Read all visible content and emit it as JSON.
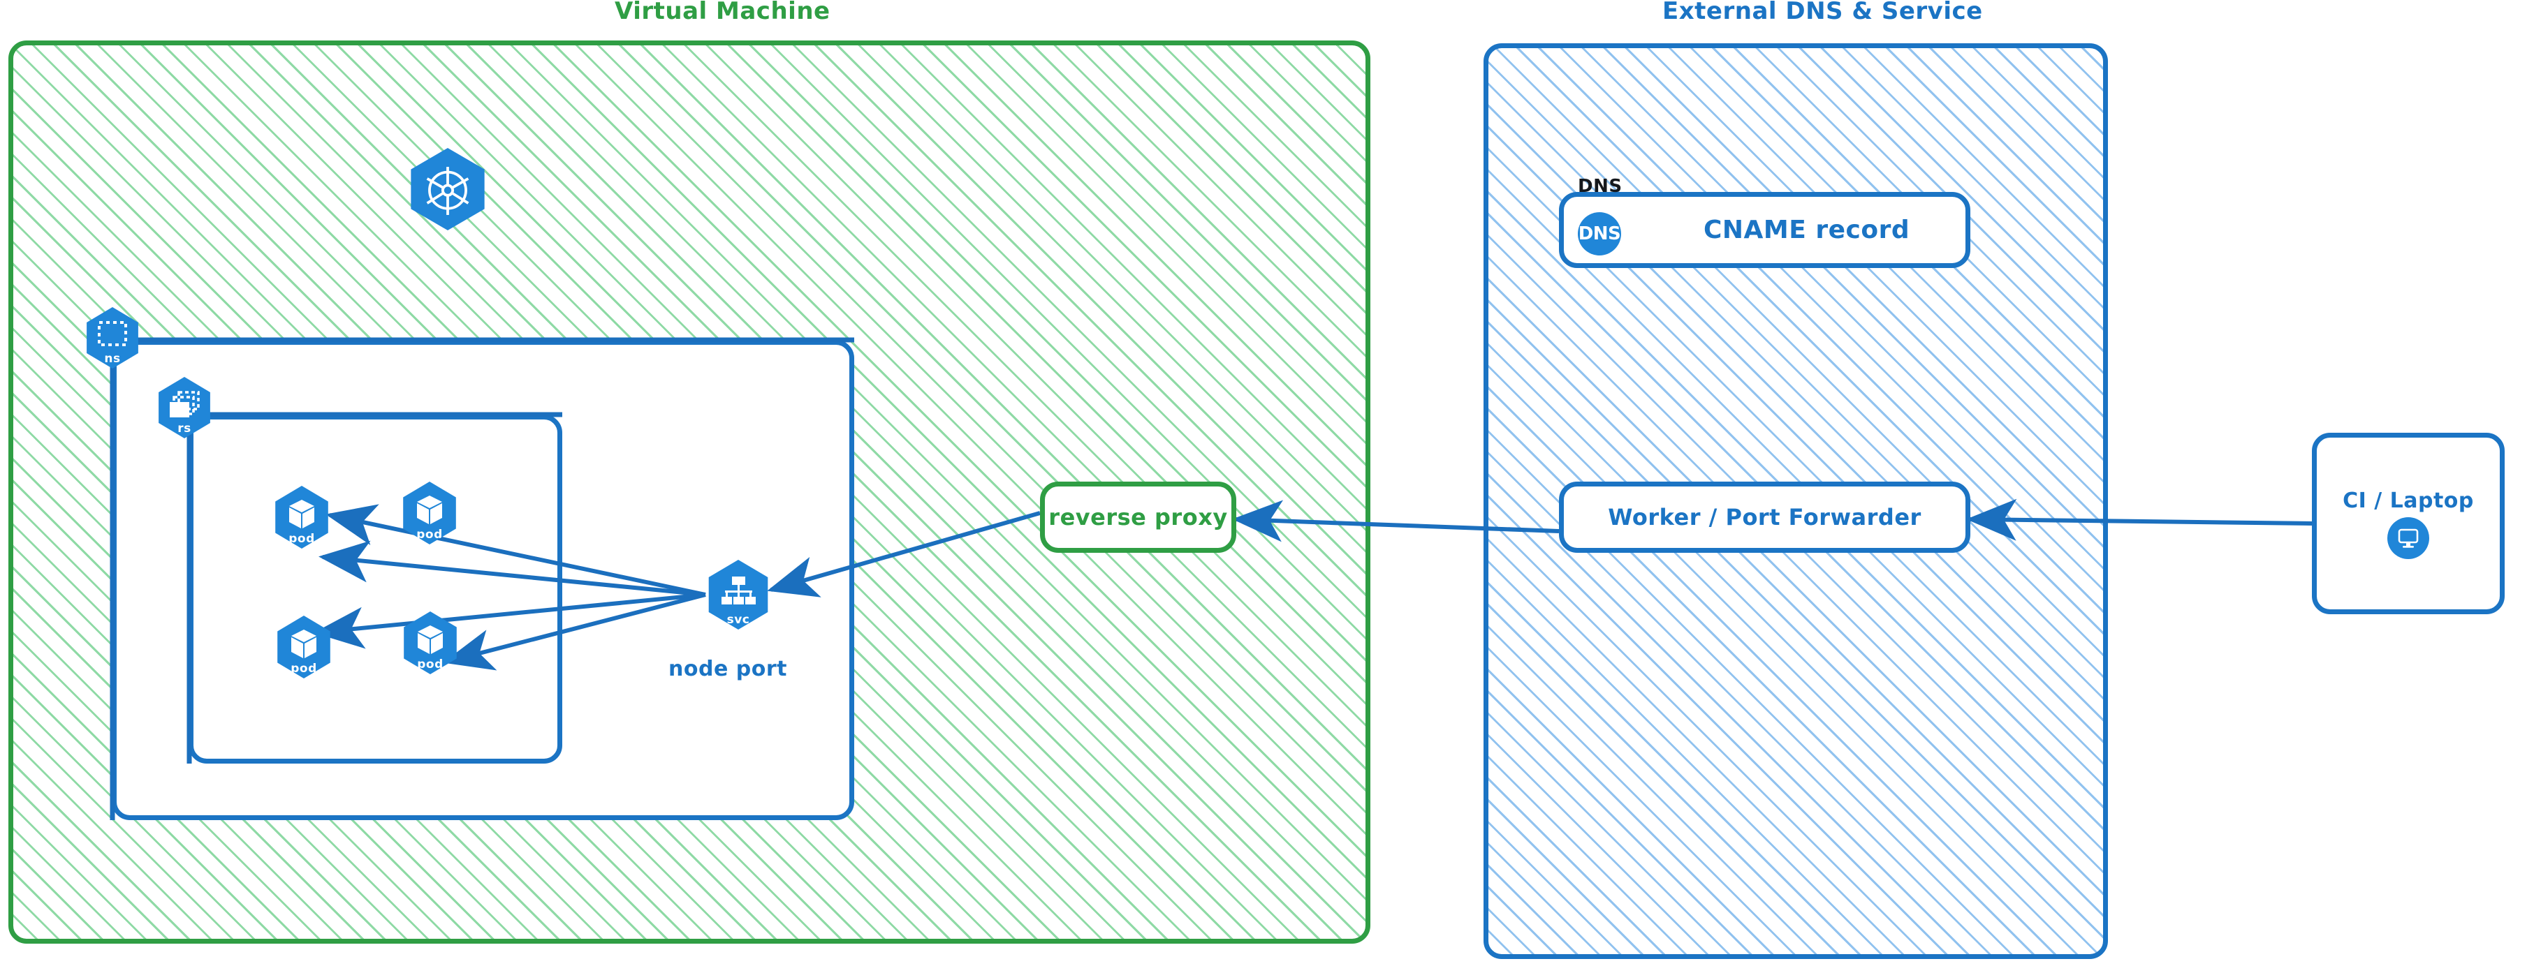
{
  "groups": [
    {
      "id": "vm",
      "title": "Virtual Machine",
      "color": "#2f9e44",
      "style": "hatched-green"
    },
    {
      "id": "external",
      "title": "External DNS & Service",
      "color": "#1b74c4",
      "style": "hatched-blue"
    }
  ],
  "vm": {
    "title": "Virtual Machine",
    "k8s_logo": {
      "icon": "kubernetes-logo-icon"
    },
    "namespace": {
      "badge_caption": "ns",
      "icon": "kubernetes-namespace-icon"
    },
    "replicaset": {
      "badge_caption": "rs",
      "icon": "kubernetes-replicaset-icon"
    },
    "pods": [
      {
        "caption": "pod",
        "icon": "kubernetes-pod-icon"
      },
      {
        "caption": "pod",
        "icon": "kubernetes-pod-icon"
      },
      {
        "caption": "pod",
        "icon": "kubernetes-pod-icon"
      },
      {
        "caption": "pod",
        "icon": "kubernetes-pod-icon"
      }
    ],
    "service": {
      "caption": "svc",
      "icon": "kubernetes-service-icon",
      "label": "node port"
    },
    "reverse_proxy": {
      "label": "reverse proxy"
    }
  },
  "external": {
    "title": "External DNS & Service",
    "dns_card": {
      "tag": "DNS",
      "badge": "DNS",
      "badge_icon": "dns-circle-icon",
      "record": "CNAME record"
    },
    "worker": {
      "label": "Worker / Port Forwarder"
    }
  },
  "client": {
    "label": "CI / Laptop",
    "icon": "desktop-monitor-icon"
  },
  "edges": [
    {
      "from": "svc",
      "to": "pod-1",
      "kind": "arrow"
    },
    {
      "from": "svc",
      "to": "pod-2",
      "kind": "arrow"
    },
    {
      "from": "svc",
      "to": "pod-3",
      "kind": "arrow"
    },
    {
      "from": "svc",
      "to": "pod-4",
      "kind": "arrow"
    },
    {
      "from": "reverse-proxy",
      "to": "svc",
      "kind": "arrow"
    },
    {
      "from": "worker",
      "to": "reverse-proxy",
      "kind": "arrow"
    },
    {
      "from": "ci-laptop",
      "to": "worker",
      "kind": "arrow"
    }
  ],
  "colors": {
    "green": "#2f9e44",
    "blue": "#1b74c4",
    "k8s_blue": "#2086d8",
    "arrow": "#1b6fbe",
    "text_black": "#15181c"
  }
}
